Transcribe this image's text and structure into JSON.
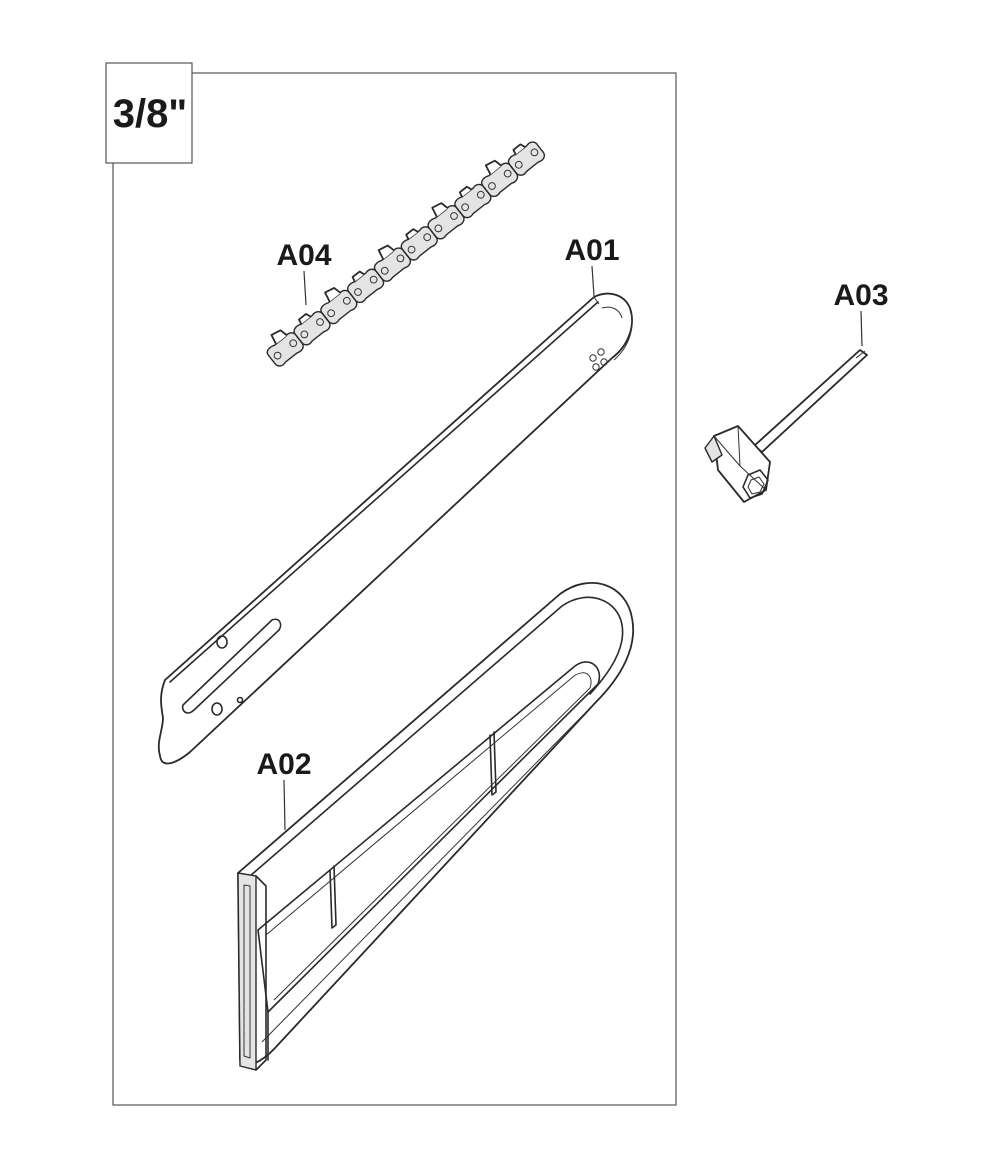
{
  "section_label": "3/8\"",
  "callouts": [
    {
      "id": "A01",
      "text": "A01",
      "part": "guide-bar"
    },
    {
      "id": "A02",
      "text": "A02",
      "part": "bar-cover"
    },
    {
      "id": "A03",
      "text": "A03",
      "part": "combination-wrench"
    },
    {
      "id": "A04",
      "text": "A04",
      "part": "saw-chain"
    }
  ]
}
